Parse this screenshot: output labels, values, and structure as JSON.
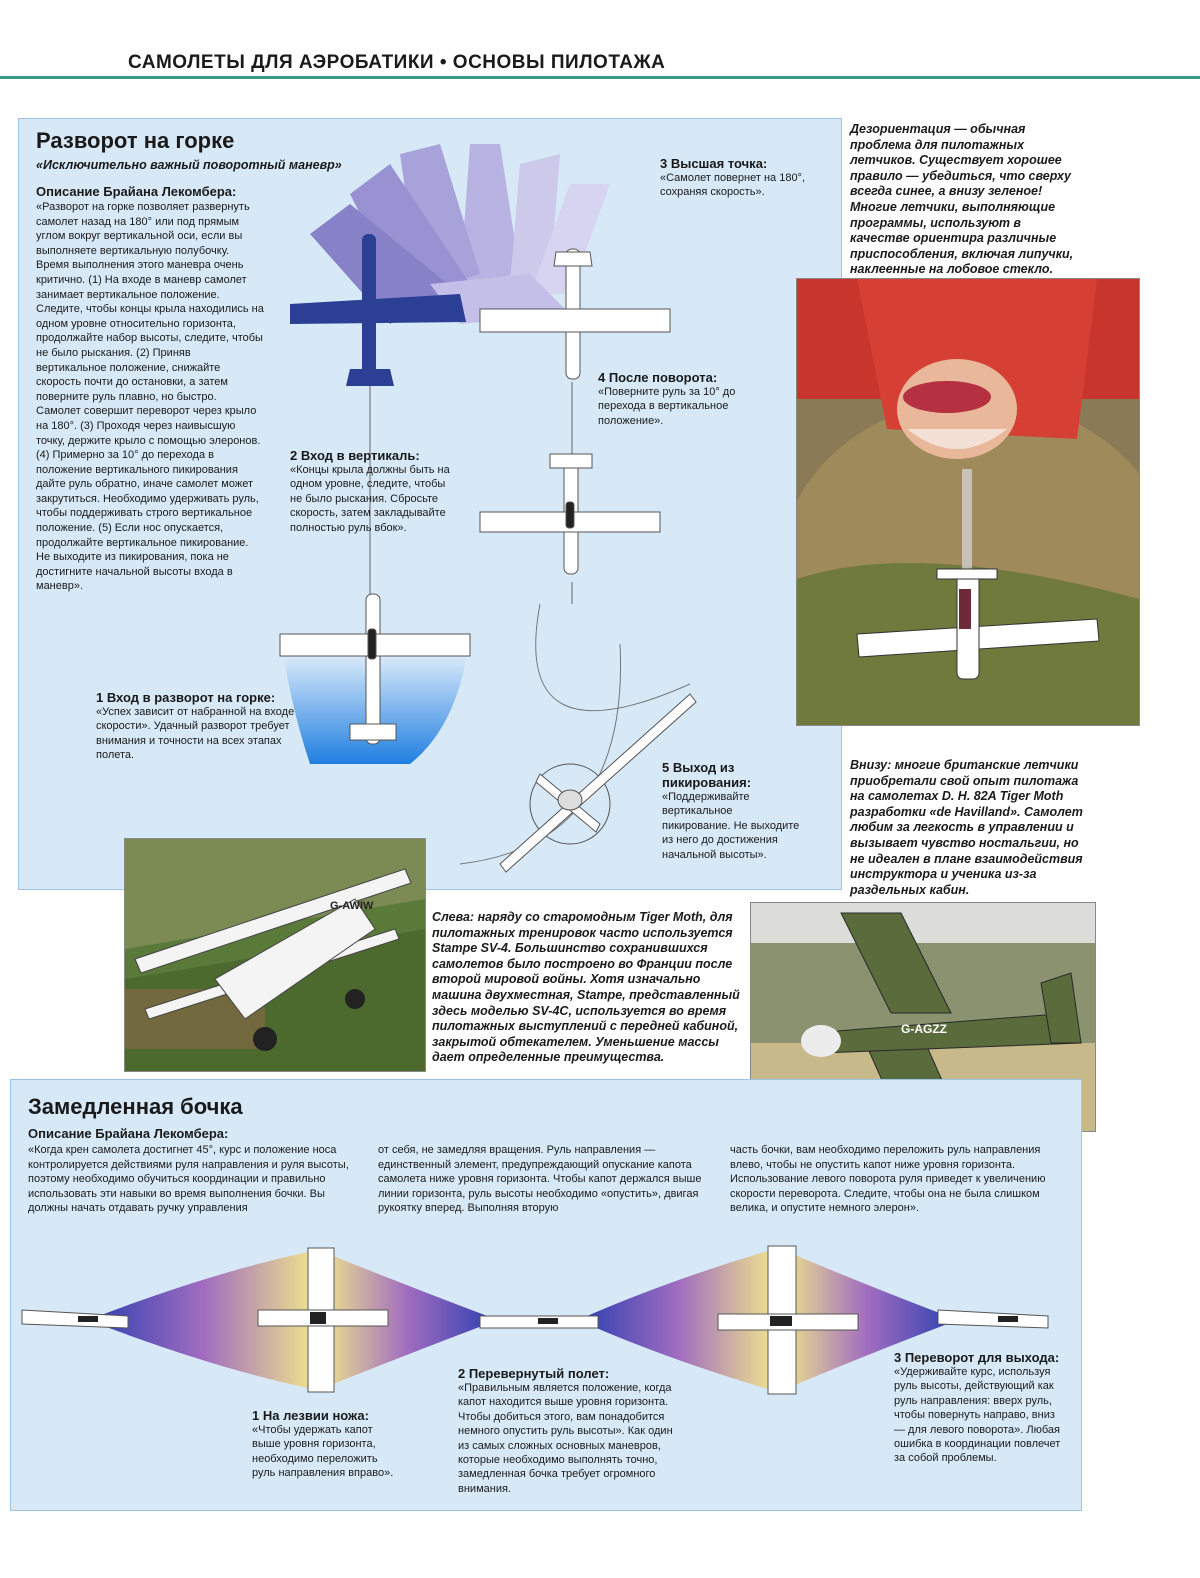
{
  "header": {
    "title": "САМОЛЕТЫ ДЛЯ АЭРОБАТИКИ • ОСНОВЫ ПИЛОТАЖА"
  },
  "stall_turn": {
    "title": "Разворот на горке",
    "subtitle": "«Исключительно важный поворотный маневр»",
    "desc_heading": "Описание Брайана Лекомбера:",
    "desc_text": "«Разворот на горке позволяет развернуть самолет назад на 180° или под прямым углом вокруг вертикальной оси, если вы выполняете вертикальную полубочку. Время выполнения этого маневра очень критично. (1) На входе в маневр самолет занимает вертикальное положение. Следите, чтобы концы крыла находились на одном уровне относительно горизонта, продолжайте набор высоты, следите, чтобы не было рыскания. (2) Приняв вертикальное положение, снижайте скорость почти до остановки, а затем поверните руль плавно, но быстро. Самолет совершит переворот через крыло на 180°. (3) Проходя через наивысшую точку, держите крыло с помощью элеронов. (4) Примерно за 10° до перехода в положение вертикального пикирования дайте руль обратно, иначе самолет может закрутиться. Необходимо удерживать руль, чтобы поддерживать строго вертикальное положение. (5) Если нос опускается, продолжайте вертикальное пикирование. Не выходите из пикирования, пока не достигните начальной высоты входа в маневр».",
    "steps": [
      {
        "title": "1 Вход в разворот на горке:",
        "text": "«Успех зависит от набранной на входе скорости». Удачный разворот требует внимания и точности на всех этапах полета."
      },
      {
        "title": "2 Вход в вертикаль:",
        "text": "«Концы крыла должны быть на одном уровне, следите, чтобы не было рыскания. Сбросьте скорость, затем закладывайте полностью руль вбок»."
      },
      {
        "title": "3 Высшая точка:",
        "text": "«Самолет повернет на 180°, сохраняя скорость»."
      },
      {
        "title": "4 После поворота:",
        "text": "«Поверните руль за 10° до перехода в вертикальное положение»."
      },
      {
        "title": "5 Выход из пикирования:",
        "text": "«Поддерживайте вертикальное пикирование. Не выходите из него до достижения начальной высоты»."
      }
    ]
  },
  "captions": {
    "disorientation": "Дезориентация — обычная проблема для пилотажных летчиков. Существует хорошее правило — убедиться, что сверху всегда синее, а внизу зеленое! Многие летчики, выполняющие программы, используют в качестве ориентира различные приспособления, включая липучки, наклеенные на лобовое стекло.",
    "tiger_moth": "Внизу: многие британские летчики приобретали свой опыт пилотажа на самолетах D. H. 82A Tiger Moth разработки «de Havilland». Самолет любим за легкость в управлении и вызывает чувство ностальгии, но не идеален в плане взаимодействия инструктора и ученика из-за раздельных кабин.",
    "stampe": "Слева: наряду со старомодным Tiger Moth, для пилотажных тренировок часто используется Stampe SV-4. Большинство сохранившихся самолетов было построено во Франции после второй мировой войны. Хотя изначально машина двухместная, Stampe, представленный здесь моделью SV-4C, используется во время пилотажных выступлений с передней кабиной, закрытой обтекателем. Уменьшение массы дает определенные преимущества."
  },
  "photos": {
    "stampe_registration": "G-AWIW",
    "tiger_registration": "G-AGZZ"
  },
  "slow_roll": {
    "title": "Замедленная бочка",
    "desc_heading": "Описание Брайана Лекомбера:",
    "col1": "«Когда крен самолета достигнет 45°, курс и положение носа контролируется действиями руля направления и руля высоты, поэтому необходимо обучиться координации и правильно использовать эти навыки во время выполнения бочки. Вы должны начать отдавать ручку управления",
    "col2": "от себя, не замедляя вращения. Руль направления — единственный элемент, предупреждающий опускание капота самолета ниже уровня горизонта. Чтобы капот держался выше линии горизонта, руль высоты необходимо «опустить», двигая рукоятку вперед. Выполняя вторую",
    "col3": "часть бочки, вам необходимо переложить руль направления влево, чтобы не опустить капот ниже уровня горизонта. Использование левого поворота руля приведет к увеличению скорости переворота. Следите, чтобы она не была слишком велика, и опустите немного элерон».",
    "steps": [
      {
        "title": "1 На лезвии ножа:",
        "text": "«Чтобы удержать капот выше уровня горизонта, необходимо переложить руль направления вправо»."
      },
      {
        "title": "2 Перевернутый полет:",
        "text": "«Правильным является положение, когда капот находится выше уровня горизонта. Чтобы добиться этого, вам понадобится немного опустить руль высоты». Как один из самых сложных основных маневров, которые необходимо выполнять точно, замедленная бочка требует огромного внимания."
      },
      {
        "title": "3 Переворот для выхода:",
        "text": "«Удерживайте курс, используя руль высоты, действующий как руль направления: вверх руль, чтобы повернуть направо, вниз — для левого поворота». Любая ошибка в координации повлечет за собой проблемы."
      }
    ]
  },
  "colors": {
    "accent_rule": "#3a9a8a",
    "panel": "#d7e9f7",
    "plane_blue": "#2b3f94",
    "sky_blue": "#3b8fe0"
  }
}
